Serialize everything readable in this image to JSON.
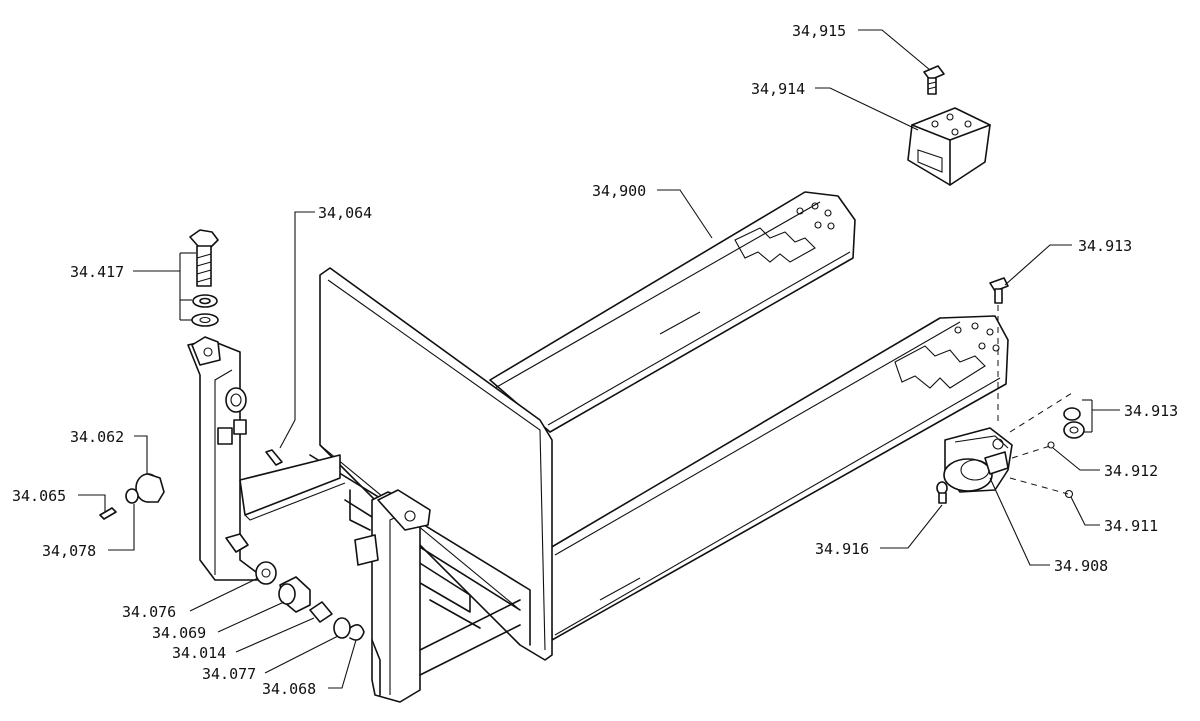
{
  "callouts": [
    {
      "id": "c-34-915",
      "text": "34,915"
    },
    {
      "id": "c-34-914",
      "text": "34,914"
    },
    {
      "id": "c-34-900",
      "text": "34,900"
    },
    {
      "id": "c-34-064",
      "text": "34,064"
    },
    {
      "id": "c-34-913a",
      "text": "34.913"
    },
    {
      "id": "c-34-417",
      "text": "34.417"
    },
    {
      "id": "c-34-913b",
      "text": "34.913"
    },
    {
      "id": "c-34-062",
      "text": "34.062"
    },
    {
      "id": "c-34-912",
      "text": "34.912"
    },
    {
      "id": "c-34-065",
      "text": "34.065"
    },
    {
      "id": "c-34-911",
      "text": "34.911"
    },
    {
      "id": "c-34-078",
      "text": "34,078"
    },
    {
      "id": "c-34-916",
      "text": "34.916"
    },
    {
      "id": "c-34-908",
      "text": "34.908"
    },
    {
      "id": "c-34-076",
      "text": "34.076"
    },
    {
      "id": "c-34-069",
      "text": "34.069"
    },
    {
      "id": "c-34-014",
      "text": "34.014"
    },
    {
      "id": "c-34-077",
      "text": "34.077"
    },
    {
      "id": "c-34-068",
      "text": "34.068"
    }
  ]
}
